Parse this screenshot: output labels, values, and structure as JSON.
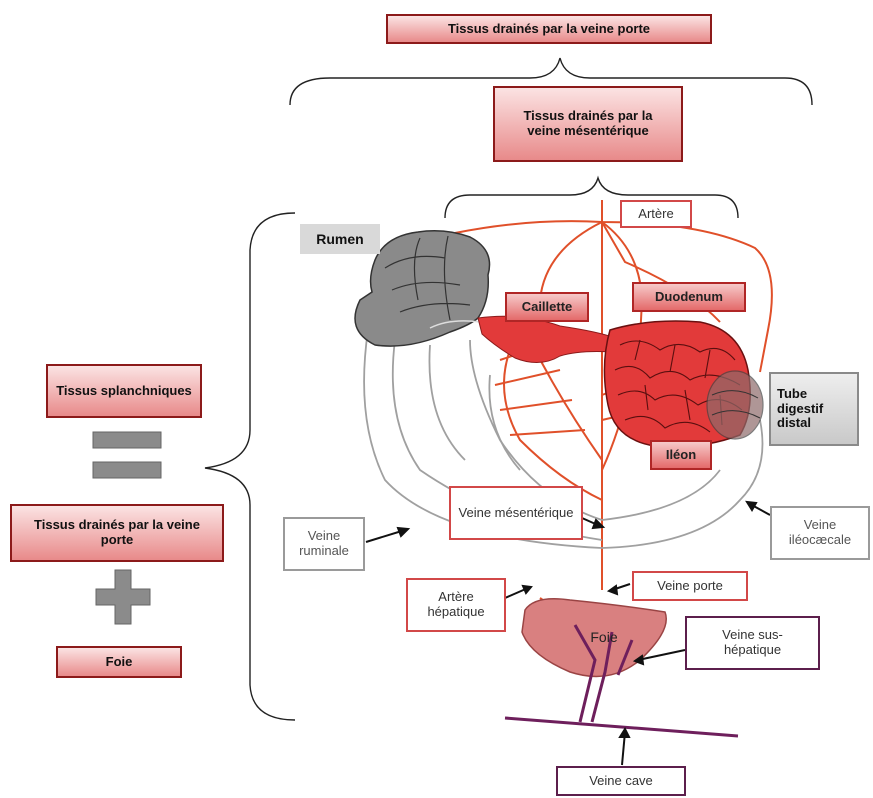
{
  "labels": {
    "tissus_veine_porte_top": "Tissus drainés par la veine porte",
    "tissus_veine_mesenterique": "Tissus drainés par la veine mésentérique",
    "artere": "Artère",
    "rumen": "Rumen",
    "caillette": "Caillette",
    "duodenum": "Duodenum",
    "tube_digestif_distal": "Tube digestif distal",
    "ileon": "Iléon",
    "veine_mesenterique": "Veine mésentérique",
    "veine_ruminale": "Veine ruminale",
    "veine_ileocaecale": "Veine iléocæcale",
    "veine_porte": "Veine porte",
    "artere_hepatique": "Artère hépatique",
    "foie_organ": "Foie",
    "veine_sus_hepatique": "Veine sus-hépatique",
    "veine_cave": "Veine cave"
  },
  "equation": {
    "tissus_splanchniques": "Tissus splanchniques",
    "tissus_veine_porte": "Tissus drainés par la veine porte",
    "foie": "Foie"
  },
  "colors": {
    "artery": "#e0502a",
    "vein": "#9a9a9a",
    "intestine": "#e23a3a",
    "rumen": "#888888",
    "liver": "#d98080",
    "hepatic_vein": "#6e1f5c"
  }
}
